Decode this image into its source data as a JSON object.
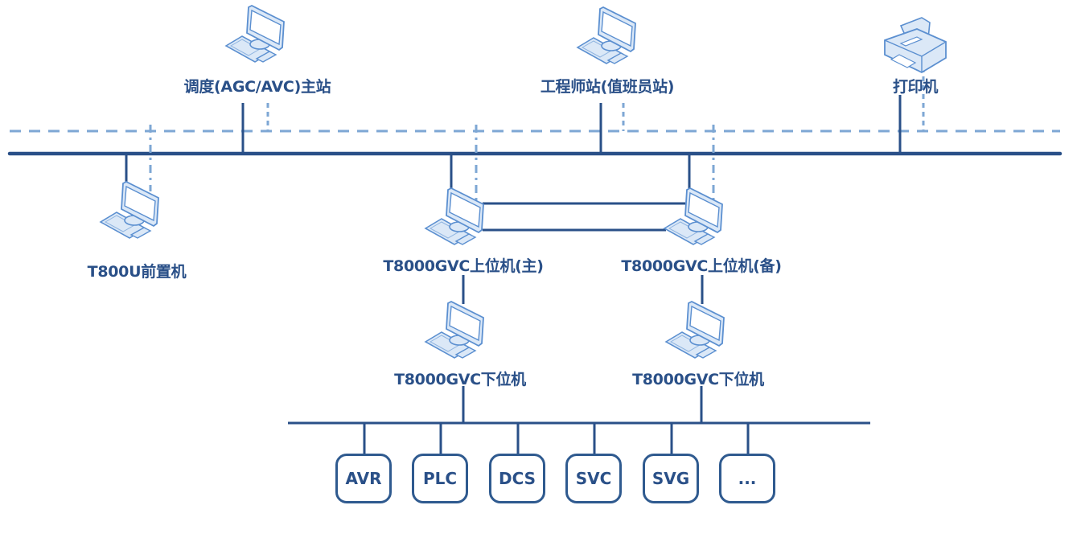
{
  "colors": {
    "bus": "#2a5088",
    "dashed": "#7ea7d4",
    "icon_stroke": "#5b8fd0",
    "icon_fill": "#dbe8f7",
    "text": "#2a5088"
  },
  "nodes": {
    "dispatch": {
      "label": "调度(AGC/AVC)主站",
      "icon": "computer-icon"
    },
    "engineer": {
      "label": "工程师站(值班员站)",
      "icon": "computer-icon"
    },
    "printer": {
      "label": "打印机",
      "icon": "printer-icon"
    },
    "frontend": {
      "label": "T800U前置机",
      "icon": "computer-icon"
    },
    "upper_main": {
      "label": "T8000GVC上位机(主)",
      "icon": "computer-icon"
    },
    "upper_backup": {
      "label": "T8000GVC上位机(备)",
      "icon": "computer-icon"
    },
    "lower_main": {
      "label": "T8000GVC下位机",
      "icon": "computer-icon"
    },
    "lower_backup": {
      "label": "T8000GVC下位机",
      "icon": "computer-icon"
    }
  },
  "field_devices": [
    "AVR",
    "PLC",
    "DCS",
    "SVC",
    "SVG",
    "..."
  ],
  "networks": {
    "main_bus": "solid",
    "backup_bus": "dashed"
  }
}
